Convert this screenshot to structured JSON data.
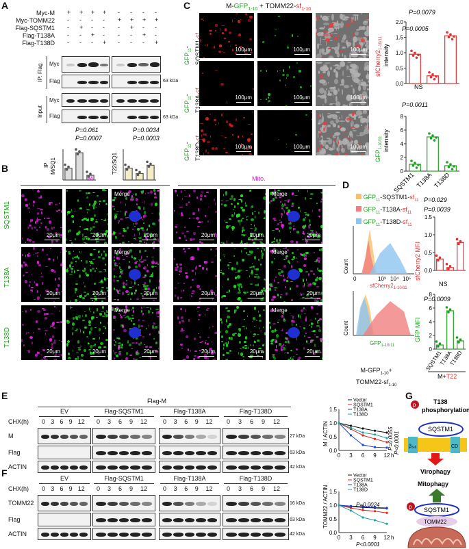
{
  "panels": {
    "A": "A",
    "B": "B",
    "C": "C",
    "D": "D",
    "E": "E",
    "F": "F",
    "G": "G"
  },
  "A": {
    "treatments": [
      "Myc-M",
      "Myc-TOMM22",
      "Flag-SQSTM1",
      "Flag-T138A",
      "Flag-T138D"
    ],
    "plus": "+",
    "minus": "-",
    "ip_label": "IP: Flag",
    "input_label": "Input",
    "blot_labels": [
      "Myc",
      "Flag",
      "Myc",
      "Flag"
    ],
    "kda": [
      "63 kDa",
      "63 kDa"
    ],
    "left_chart": {
      "ylabel": "M/SQ1",
      "side_label": "IP",
      "p1": "P=0.061",
      "p2": "P=0.0007"
    },
    "right_chart": {
      "ylabel": "T22/SQ1",
      "p1": "P=0.0034",
      "p2": "P=0.0003"
    }
  },
  "B": {
    "col_headers": [
      "M",
      "Mito."
    ],
    "rows": [
      "SQSTM1",
      "T138A",
      "T138D"
    ],
    "merge": "Merge",
    "scale": "20μm"
  },
  "C": {
    "title_prefix": "M-",
    "title_gfp": "GFP",
    "title_gfp_sub": "1-10",
    "title_mid": " + TOMM22-",
    "title_sf": "sf",
    "title_sf_sub": "1-10",
    "rows": [
      {
        "l1": "GFP",
        "l1sub": "11",
        "l2": "-",
        "l3": "SQSTM1-sf",
        "l3sub": "11"
      },
      {
        "l1": "GFP",
        "l1sub": "11",
        "l2": "-",
        "l3": "T138A-sf",
        "l3sub": "11"
      },
      {
        "l1": "GFP",
        "l1sub": "11",
        "l2": "-",
        "l3": "T138D-sf",
        "l3sub": "11"
      }
    ],
    "scale": "100μm",
    "top_chart": {
      "ylabel1": "sfCherry2",
      "ylabel1sub": "1-10/11",
      "ylabel2": "intensity",
      "p1": "P=0.0079",
      "p2": "P=0.0005",
      "yticks": [
        "0.0",
        "0.5",
        "1.0",
        "1.5",
        "2.0"
      ]
    },
    "bottom_chart": {
      "ylabel1": "GFP",
      "ylabel1sub": "1-10/11",
      "ylabel2": "intensity",
      "ns": "NS",
      "p1": "P=0.0011",
      "yticks": [
        "0",
        "2",
        "4",
        "6",
        "8"
      ]
    },
    "xcats": [
      "SQSTM1",
      "T138A",
      "T138D"
    ]
  },
  "D": {
    "legend": [
      "GFP",
      "GFP",
      "GFP"
    ],
    "legend_full": [
      "11-SQSTM1-sf11",
      "11-T138A-sf11",
      "11-T138D-sf11"
    ],
    "count": "Count",
    "x1": "sfCherry2",
    "x1sub": "1-10/11",
    "x2": "GFP",
    "x2sub": "1-10/11",
    "ticks": [
      "0",
      "10³",
      "10⁴",
      "10⁵"
    ],
    "bottom_label1": "M-GFP",
    "bottom_label1sub": "1-10",
    "bottom_label1b": "+",
    "bottom_label2": "TOMM22-sf",
    "bottom_label2sub": "1-10",
    "chart_top": {
      "ylabel": "sfCherry2 MFI",
      "p1": "P=0.029",
      "p2": "P=0.0039",
      "yticks": [
        "0.0",
        "0.5",
        "1.0",
        "1.5"
      ]
    },
    "chart_bot": {
      "ylabel": "GFP MFI",
      "ns": "NS",
      "p1": "P=0.0009",
      "yticks": [
        "0",
        "2",
        "4",
        "6",
        "8"
      ]
    },
    "xcats": [
      "SQSTM1",
      "T138A",
      "T138D"
    ],
    "footer1": "M+",
    "footer2": "T22"
  },
  "E": {
    "top": "Flag-M",
    "groups": [
      "EV",
      "Flag-SQSTM1",
      "Flag-T138A",
      "Flag-T138D"
    ],
    "chx": "CHX(h)",
    "timepoints": [
      "0",
      "3",
      "6",
      "9",
      "12"
    ],
    "rows": [
      "M",
      "Flag",
      "ACTIN"
    ],
    "kda": [
      "27 kDa",
      "63 kDa",
      "42 kDa"
    ],
    "chart": {
      "ylabel": "M / ACTIN",
      "legend": [
        "Vector",
        "SQSTM1",
        "T138A",
        "T138D"
      ],
      "p1": "P=0.0055",
      "p2": "P<0.0001",
      "xunit": "h",
      "xticks": [
        "0",
        "3",
        "6",
        "9",
        "12"
      ],
      "yticks": [
        "0.0",
        "0.5",
        "1.0",
        "1.5"
      ]
    }
  },
  "F": {
    "groups": [
      "EV",
      "Flag-SQSTM1",
      "Flag-T138A",
      "Flag-T138D"
    ],
    "chx": "CHX(h)",
    "timepoints": [
      "0",
      "3",
      "6",
      "9",
      "12"
    ],
    "rows": [
      "TOMM22",
      "Flag",
      "ACTIN"
    ],
    "kda": [
      "16 kDa",
      "63 kDa",
      "42 kDa"
    ],
    "chart": {
      "ylabel": "TOMM22 / ACTIN",
      "legend": [
        "Vector",
        "SQSTM1",
        "T138A",
        "T138D"
      ],
      "p1": "P=0.0024",
      "p2": "P<0.0001",
      "xunit": "h",
      "xticks": [
        "0",
        "3",
        "6",
        "9",
        "12"
      ],
      "yticks": [
        "0.0",
        "0.5",
        "1.0",
        "1.5"
      ]
    }
  },
  "G": {
    "title1": "T138",
    "title2": "phosphorylation",
    "p": "p",
    "sqstm1": "SQSTM1",
    "domain1": "β",
    "domain1sub": "3-6",
    "domain2": "CD",
    "virophagy": "Virophagy",
    "mitophagy": "Mitophagy",
    "tomm22": "TOMM22"
  },
  "chart_data": [
    {
      "type": "bar",
      "id": "A-left",
      "categories": [
        "SQSTM1",
        "T138A",
        "T138D"
      ],
      "values": [
        1.0,
        2.3,
        0.4
      ],
      "ylabel": "M/SQ1"
    },
    {
      "type": "bar",
      "id": "A-right",
      "categories": [
        "SQSTM1",
        "T138A",
        "T138D"
      ],
      "values": [
        1.0,
        0.55,
        1.25
      ],
      "ylabel": "T22/SQ1"
    },
    {
      "type": "bar",
      "id": "C-top",
      "categories": [
        "SQSTM1",
        "T138A",
        "T138D"
      ],
      "values": [
        0.95,
        0.25,
        1.55
      ],
      "ylim": [
        0,
        2.0
      ]
    },
    {
      "type": "bar",
      "id": "C-bottom",
      "categories": [
        "SQSTM1",
        "T138A",
        "T138D"
      ],
      "values": [
        1.0,
        5.0,
        0.8
      ],
      "ylim": [
        0,
        8
      ]
    },
    {
      "type": "bar",
      "id": "D-top",
      "categories": [
        "SQSTM1",
        "T138A",
        "T138D"
      ],
      "values": [
        0.32,
        0.08,
        0.78
      ],
      "ylim": [
        0,
        1.5
      ]
    },
    {
      "type": "bar",
      "id": "D-bottom",
      "categories": [
        "SQSTM1",
        "T138A",
        "T138D"
      ],
      "values": [
        0.6,
        5.6,
        1.2
      ],
      "ylim": [
        0,
        8
      ]
    },
    {
      "type": "line",
      "id": "E-chart",
      "x": [
        0,
        3,
        6,
        9,
        12
      ],
      "ylim": [
        0,
        1.5
      ],
      "series": [
        {
          "name": "Vector",
          "values": [
            1.0,
            0.9,
            0.8,
            0.72,
            0.65
          ]
        },
        {
          "name": "SQSTM1",
          "values": [
            1.0,
            0.78,
            0.55,
            0.42,
            0.3
          ]
        },
        {
          "name": "T138A",
          "values": [
            1.0,
            0.55,
            0.2,
            0.12,
            0.1
          ]
        },
        {
          "name": "T138D",
          "values": [
            1.0,
            0.82,
            0.65,
            0.58,
            0.45
          ]
        }
      ]
    },
    {
      "type": "line",
      "id": "F-chart",
      "x": [
        0,
        3,
        6,
        9,
        12
      ],
      "ylim": [
        0,
        1.5
      ],
      "series": [
        {
          "name": "Vector",
          "values": [
            1.0,
            0.95,
            0.92,
            0.9,
            0.88
          ]
        },
        {
          "name": "SQSTM1",
          "values": [
            1.0,
            0.9,
            0.82,
            0.78,
            0.72
          ]
        },
        {
          "name": "T138A",
          "values": [
            1.0,
            0.97,
            0.95,
            0.92,
            0.9
          ]
        },
        {
          "name": "T138D",
          "values": [
            1.0,
            0.8,
            0.55,
            0.45,
            0.32
          ]
        }
      ]
    }
  ]
}
